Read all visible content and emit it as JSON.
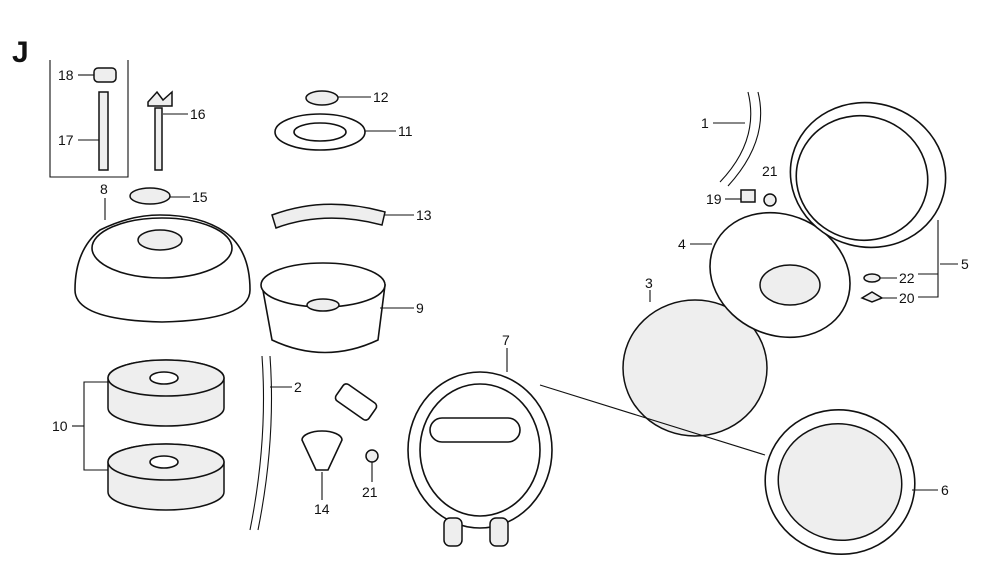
{
  "section_letter": "J",
  "callouts": [
    "18",
    "17",
    "16",
    "8",
    "15",
    "12",
    "11",
    "13",
    "9",
    "10",
    "2",
    "14",
    "21",
    "7",
    "1",
    "21",
    "19",
    "4",
    "3",
    "5",
    "22",
    "20",
    "6"
  ]
}
